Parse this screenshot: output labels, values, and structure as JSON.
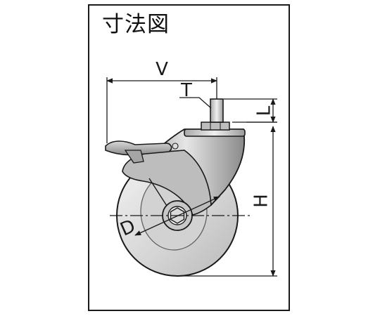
{
  "title": "寸法図",
  "dimensions": {
    "v": "V",
    "t": "T",
    "l": "L",
    "h": "H",
    "d": "D"
  },
  "colors": {
    "line": "#1a1a1a",
    "metal_dark": "#8f8f8f",
    "metal_mid": "#c4c4c4",
    "metal_light": "#eeeeee",
    "wheel": "#dcdcdc"
  }
}
